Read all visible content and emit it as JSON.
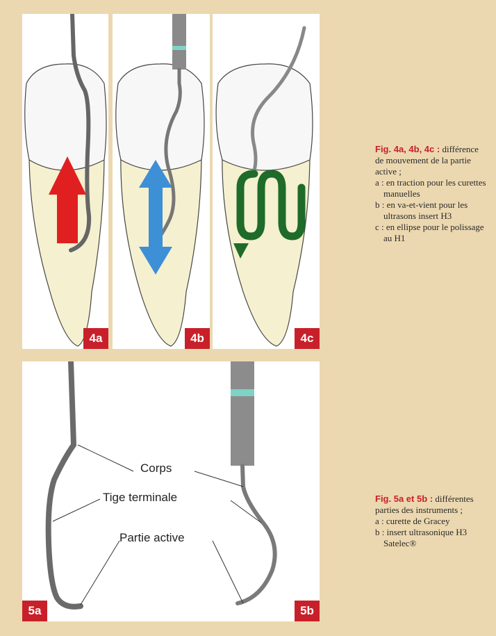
{
  "fig4": {
    "panels": [
      {
        "tag": "4a"
      },
      {
        "tag": "4b"
      },
      {
        "tag": "4c"
      }
    ],
    "caption": {
      "lead": "Fig. 4a, 4b, 4c :",
      "text": " différence de mouvement de la partie active ;",
      "items": [
        "a : en traction pour les curettes manuelles",
        "b : en va-et-vient pour les ultrasons insert H3",
        "c : en ellipse pour le polissage au H1"
      ]
    }
  },
  "fig5": {
    "tags": {
      "a": "5a",
      "b": "5b"
    },
    "labels": {
      "corps": "Corps",
      "tige": "Tige terminale",
      "partie": "Partie active"
    },
    "caption": {
      "lead": "Fig. 5a et 5b :",
      "text": " différentes parties des instruments ;",
      "items": [
        "a : curette de Gracey",
        "b : insert ultrasonique H3 Satelec®"
      ]
    }
  },
  "colors": {
    "background": "#ecd8b0",
    "accent": "#c8202a",
    "arrow_red": "#e02020",
    "arrow_blue": "#3d8fd6",
    "arrow_green": "#1e6b2a"
  }
}
